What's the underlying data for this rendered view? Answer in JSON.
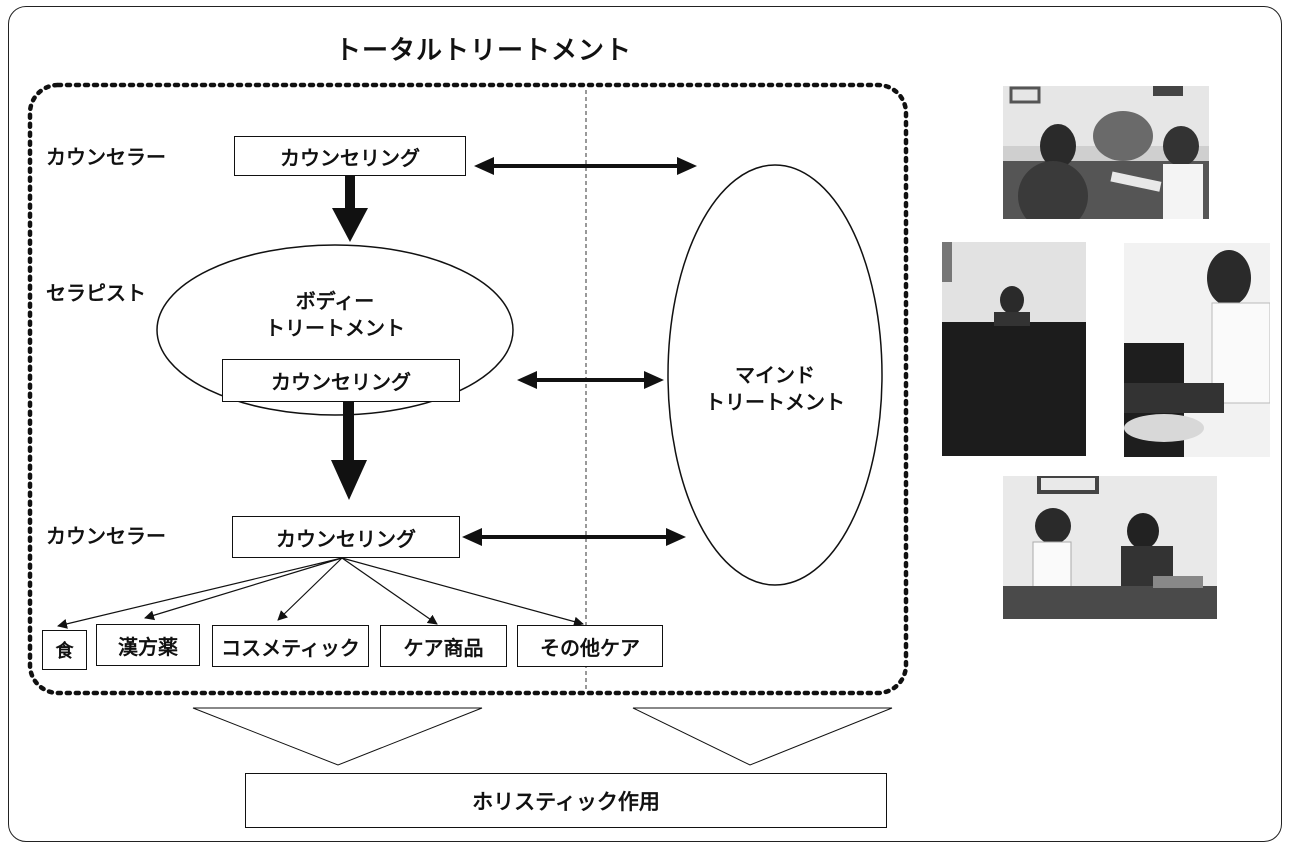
{
  "title": "トータルトリートメント",
  "roles": {
    "counselor_top": "カウンセラー",
    "therapist": "セラピスト",
    "counselor_bottom": "カウンセラー"
  },
  "boxes": {
    "counseling_top": "カウンセリング",
    "counseling_middle": "カウンセリング",
    "counseling_bottom": "カウンセリング"
  },
  "body_treatment": {
    "line1": "ボディー",
    "line2": "トリートメント"
  },
  "mind_treatment": {
    "line1": "マインド",
    "line2": "トリートメント"
  },
  "care_items": [
    "食",
    "漢方薬",
    "コスメティック",
    "ケア商品",
    "その他ケア"
  ],
  "result": "ホリスティック作用"
}
